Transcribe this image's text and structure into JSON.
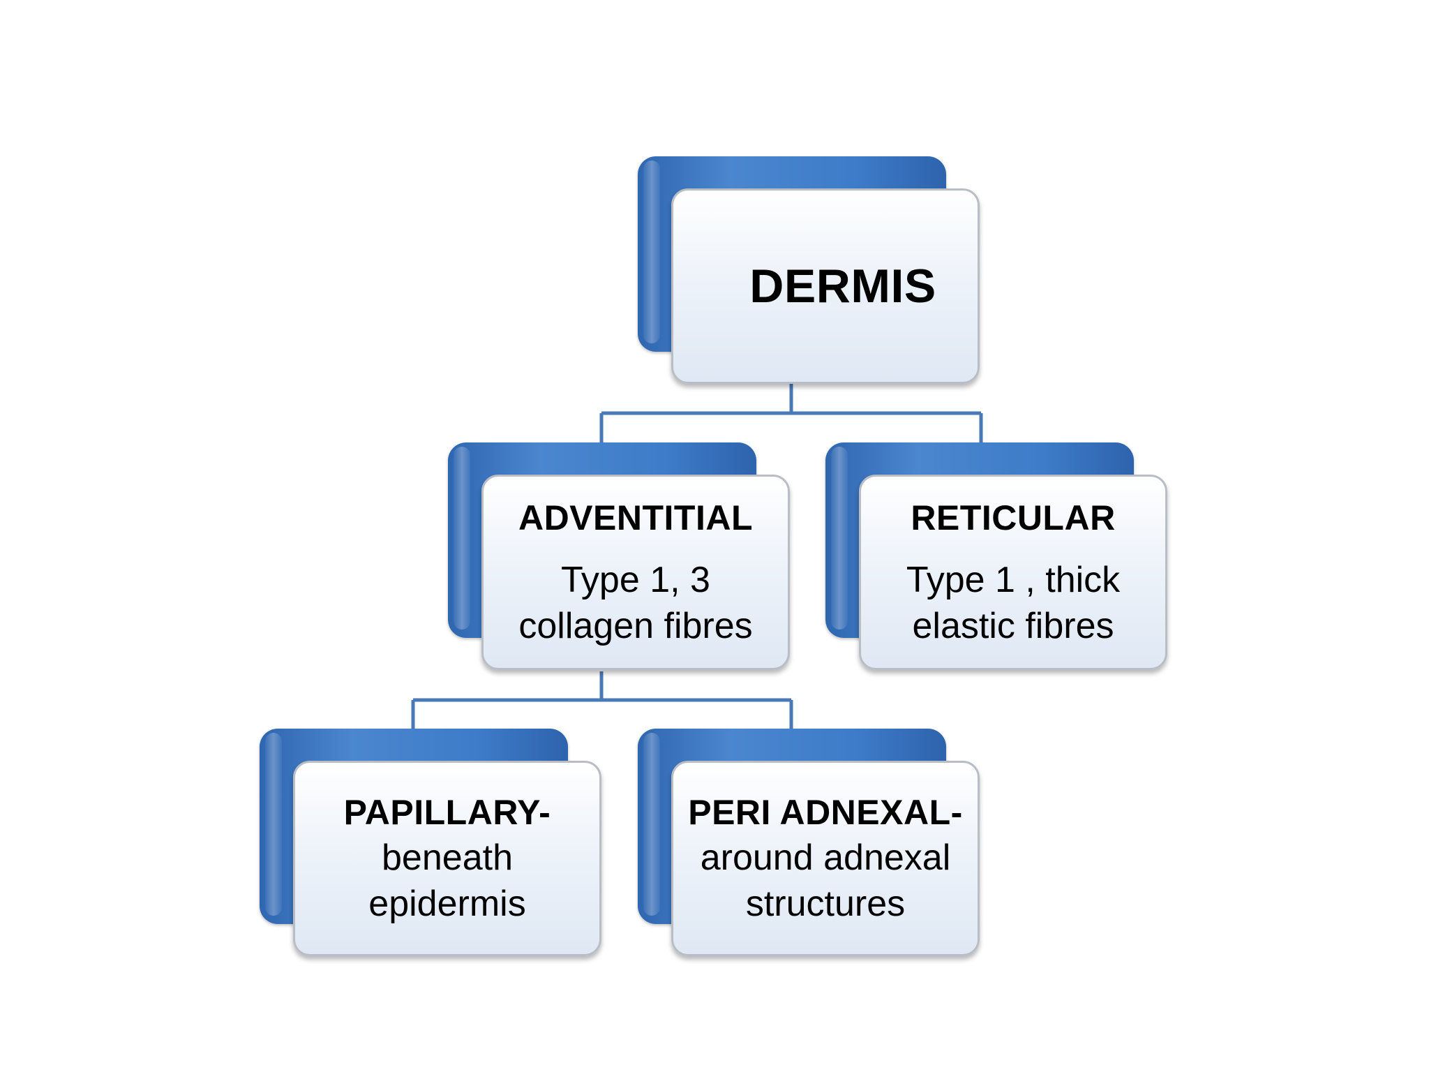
{
  "diagram": {
    "root": {
      "title": "DERMIS"
    },
    "adventitial": {
      "title": "ADVENTITIAL",
      "line1": "Type 1, 3",
      "line2": "collagen fibres"
    },
    "reticular": {
      "title": "RETICULAR",
      "line1": "Type 1 , thick",
      "line2": "elastic fibres"
    },
    "papillary": {
      "title": "PAPILLARY-",
      "line1": "beneath",
      "line2": "epidermis"
    },
    "peri_adnexal": {
      "title": "PERI ADNEXAL-",
      "line1": "around adnexal",
      "line2": "structures"
    },
    "colors": {
      "box_back": "#3e7cc9",
      "box_front": "#eef3fa",
      "connector": "#4a79b8",
      "text": "#000000"
    }
  }
}
